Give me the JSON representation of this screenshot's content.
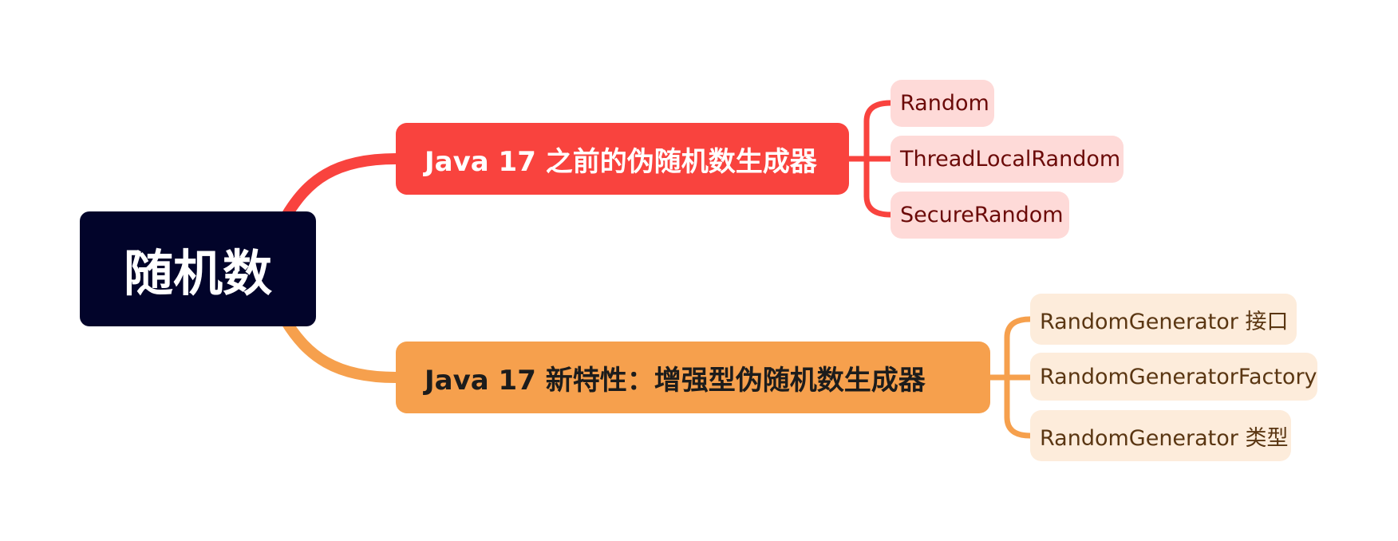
{
  "root": {
    "label": "随机数"
  },
  "branches": [
    {
      "label": "Java 17 之前的伪随机数生成器",
      "color": "#f9433e",
      "leaf_fill": "#fedad8",
      "leaves": [
        "Random",
        "ThreadLocalRandom",
        "SecureRandom"
      ]
    },
    {
      "label": "Java 17 新特性：增强型伪随机数生成器",
      "color": "#f6a04d",
      "leaf_fill": "#fdecdb",
      "leaves": [
        "RandomGenerator 接口",
        "RandomGeneratorFactory",
        "RandomGenerator 类型"
      ]
    }
  ]
}
